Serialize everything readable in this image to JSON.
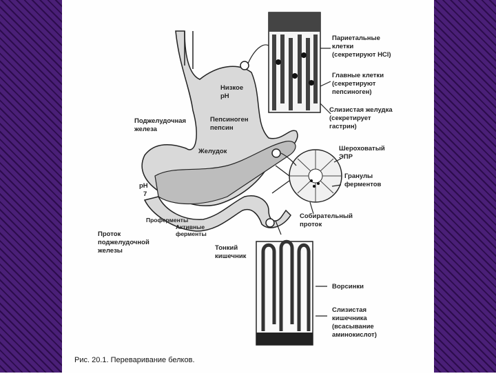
{
  "colors": {
    "frame": "#4a1f77",
    "frame_dark": "#2c0c4c",
    "page": "#fefefe",
    "organ_fill": "#d9d9d9",
    "tissue_dark": "#3a3a3a"
  },
  "labels": {
    "parietal": [
      "Париетальные",
      "клетки",
      "(секретируют HCl)"
    ],
    "chief": [
      "Главные клетки",
      "(секретируют",
      "пепсиноген)"
    ],
    "gastric_mucosa": [
      "Слизистая желудка",
      "(секретирует",
      "гастрин)"
    ],
    "low_ph": [
      "Низкое",
      "pH"
    ],
    "pancreas": [
      "Поджелудочная",
      "железа"
    ],
    "pepsinogen": [
      "Пепсиноген",
      "пепсин"
    ],
    "stomach": "Желудок",
    "rough_er": [
      "Шероховатый",
      "ЭПР"
    ],
    "granules": [
      "Гранулы",
      "ферментов"
    ],
    "ph7": [
      "pH",
      "7"
    ],
    "proenzymes": "Проферменты",
    "active_enzymes": [
      "Активные",
      "ферменты"
    ],
    "collecting_duct": [
      "Собирательный",
      "проток"
    ],
    "pancreatic_duct": [
      "Проток",
      "поджелудочной",
      "железы"
    ],
    "small_intestine": [
      "Тонкий",
      "кишечник"
    ],
    "villi": "Ворсинки",
    "intestinal_mucosa": [
      "Слизистая",
      "кишечника",
      "(всасывание",
      "аминокислот)"
    ]
  },
  "caption": "Рис. 20.1. Переваривание белков."
}
